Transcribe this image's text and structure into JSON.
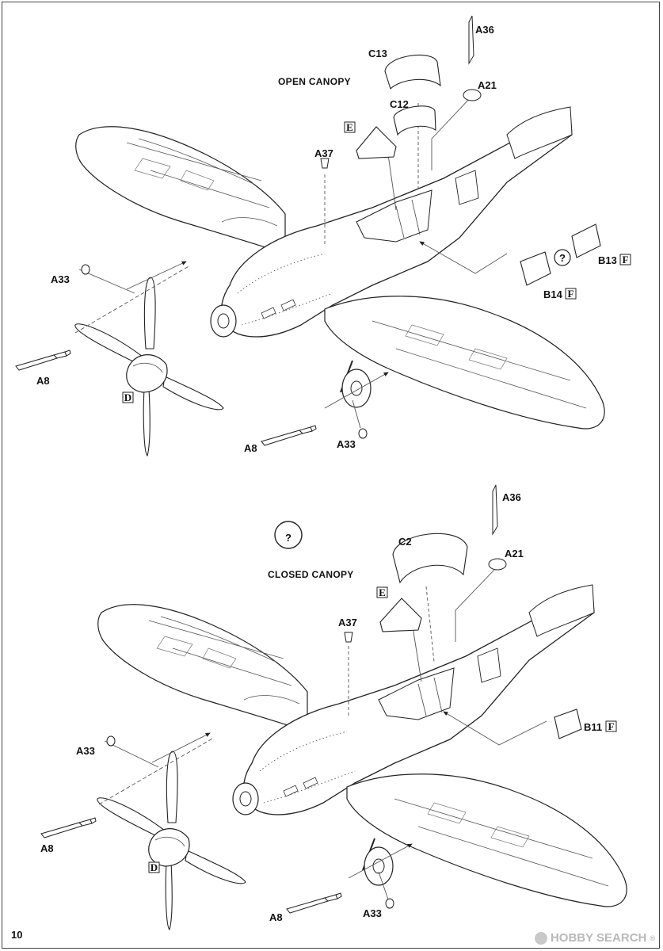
{
  "page": {
    "number": "10"
  },
  "watermark": {
    "text": "HOBBY SEARCH",
    "reg": "®"
  },
  "colors": {
    "line": "#222222",
    "leader": "#555555",
    "paper": "#ffffff",
    "watermark": "#b9b9b9"
  },
  "top_view": {
    "heading": "OPEN CANOPY",
    "parts": {
      "C13": "C13",
      "C12": "C12",
      "A36": "A36",
      "A21": "A21",
      "A37": "A37",
      "A33_left": "A33",
      "A33_bottom": "A33",
      "A8_left": "A8",
      "A8_bottom": "A8",
      "B13": "B13",
      "B14": "B14"
    },
    "markers": {
      "E": "E",
      "D": "D",
      "F1": "F",
      "F2": "F"
    },
    "symbols": {
      "question": "?"
    }
  },
  "bottom_view": {
    "heading": "CLOSED CANOPY",
    "parts": {
      "C2": "C2",
      "A36": "A36",
      "A21": "A21",
      "A37": "A37",
      "A33_left": "A33",
      "A33_bottom": "A33",
      "A8_left": "A8",
      "A8_bottom": "A8",
      "B11": "B11"
    },
    "markers": {
      "E": "E",
      "D": "D",
      "F": "F"
    },
    "symbols": {
      "question": "?"
    }
  }
}
